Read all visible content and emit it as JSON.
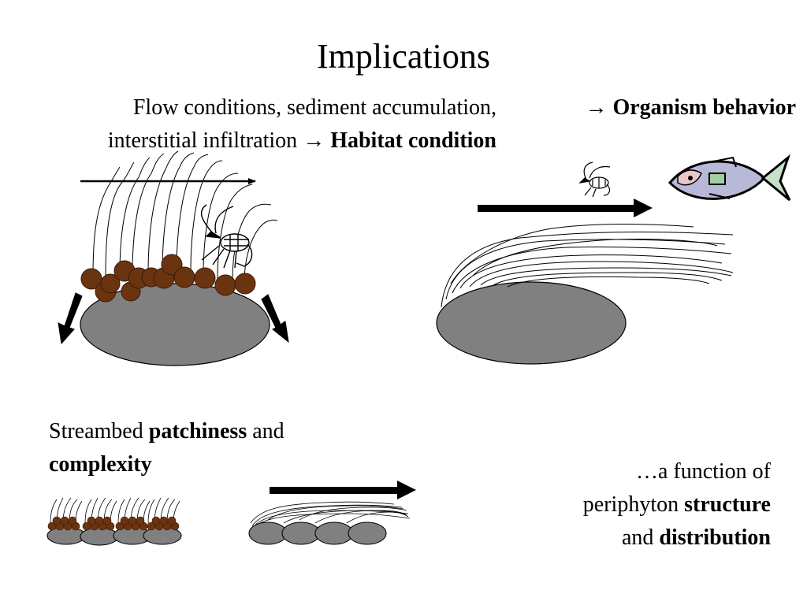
{
  "slide": {
    "title": "Implications",
    "habitat": {
      "line1": "Flow conditions, sediment accumulation,",
      "line2_prefix": "interstitial infiltration ",
      "arrow": "→",
      "line2_bold": "Habitat condition"
    },
    "organism": {
      "arrow": "→",
      "bold": "Organism behavior"
    },
    "patchiness": {
      "prefix": "Streambed ",
      "bold1": "patchiness",
      "middle": " and",
      "bold2": "complexity"
    },
    "function": {
      "line1": "…a function of",
      "line2_prefix": "periphyton ",
      "line2_bold": "structure",
      "line3_prefix": "and ",
      "line3_bold": "distribution"
    }
  },
  "colors": {
    "stone": "#808080",
    "sediment": "#6b3410",
    "fish_body": "#b8b8d8",
    "fish_fin": "#c8e0c8"
  }
}
